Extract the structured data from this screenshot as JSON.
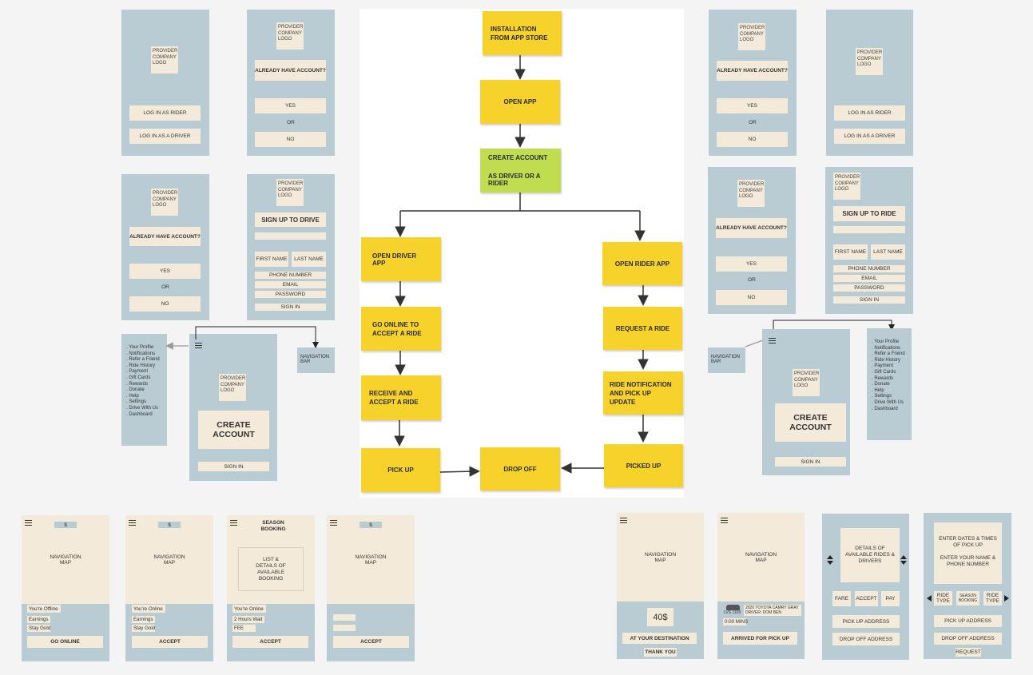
{
  "common": {
    "logo": "PROVIDER COMPANY LOGO",
    "already": "ALREADY HAVE ACCOUNT?",
    "yes": "YES",
    "or": "OR",
    "no": "NO",
    "login_rider": "LOG IN AS RIDER",
    "login_driver": "LOG IN AS A DRIVER",
    "first": "FIRST NAME",
    "last": "LAST NAME",
    "phone": "PHONE NUMBER",
    "email": "EMAIL",
    "password": "PASSWORD",
    "signin": "SIGN IN",
    "create": "CREATE ACCOUNT",
    "navbar": "NAVIGATION BAR",
    "navmap": "NAVIGATION MAP",
    "dollar": "$",
    "accept": "ACCEPT",
    "pickup_addr": "PICK UP ADDRESS",
    "dropoff_addr": "DROP OFF ADDRESS"
  },
  "signup_drive": "SIGN UP TO DRIVE",
  "signup_ride": "SIGN UP TO RIDE",
  "menu_items": [
    "Your Profile",
    "Notifications",
    "Refer a Friend",
    "Ride History",
    "Payment",
    "Gift Cards",
    "Rewards",
    "Donate",
    "Help",
    "Settings",
    "Drive With Us",
    "Dashboard"
  ],
  "flow": {
    "install": "INSTALLATION FROM APP STORE",
    "open_app": "OPEN APP",
    "create_1": "CREATE ACCOUNT",
    "create_2": "AS DRIVER OR A RIDER",
    "open_driver": "OPEN DRIVER APP",
    "go_online": "GO ONLINE TO ACCEPT A RIDE",
    "receive": "RECEIVE AND ACCEPT A RIDE",
    "pick_up": "PICK UP",
    "drop_off": "DROP OFF",
    "open_rider": "OPEN RIDER APP",
    "request": "REQUEST A RIDE",
    "notify": "RIDE NOTIFICATION AND PICK UP UPDATE",
    "picked_up": "PICKED UP"
  },
  "driver_screens": {
    "offline": "You're Offline",
    "online": "You're Online",
    "earnings": "Earnings",
    "stay_gold": "Stay Gold",
    "go_online": "GO ONLINE",
    "season": "SEASON BOOKING",
    "list_details": "LIST & DETAILS OF AVAILABLE BOOKING",
    "hours_wait": "2 Hours Wait",
    "fee": "FEE"
  },
  "rider_screens": {
    "price": "40$",
    "at_dest": "AT YOUR DESTINATION",
    "thank_you": "THANK YOU",
    "car": "2020 TOYOTA CAMRY GRAY",
    "plate": "LVS 1109",
    "driver": "DRIVER: DOM BEN",
    "mins": "0:00 MINS",
    "arrived": "ARRIVED FOR PICK UP",
    "details": "DETAILS OF AVAILABLE RIDES & DRIVERS",
    "fare": "FARE",
    "pay": "PAY",
    "dates": "ENTER DATES & TIMES OF PICK UP",
    "name_phone": "ENTER YOUR NAME & PHONE NUMBER",
    "ride_type": "RIDE TYPE",
    "season_booking": "SEASON BOOKING",
    "request": "REQUEST"
  }
}
